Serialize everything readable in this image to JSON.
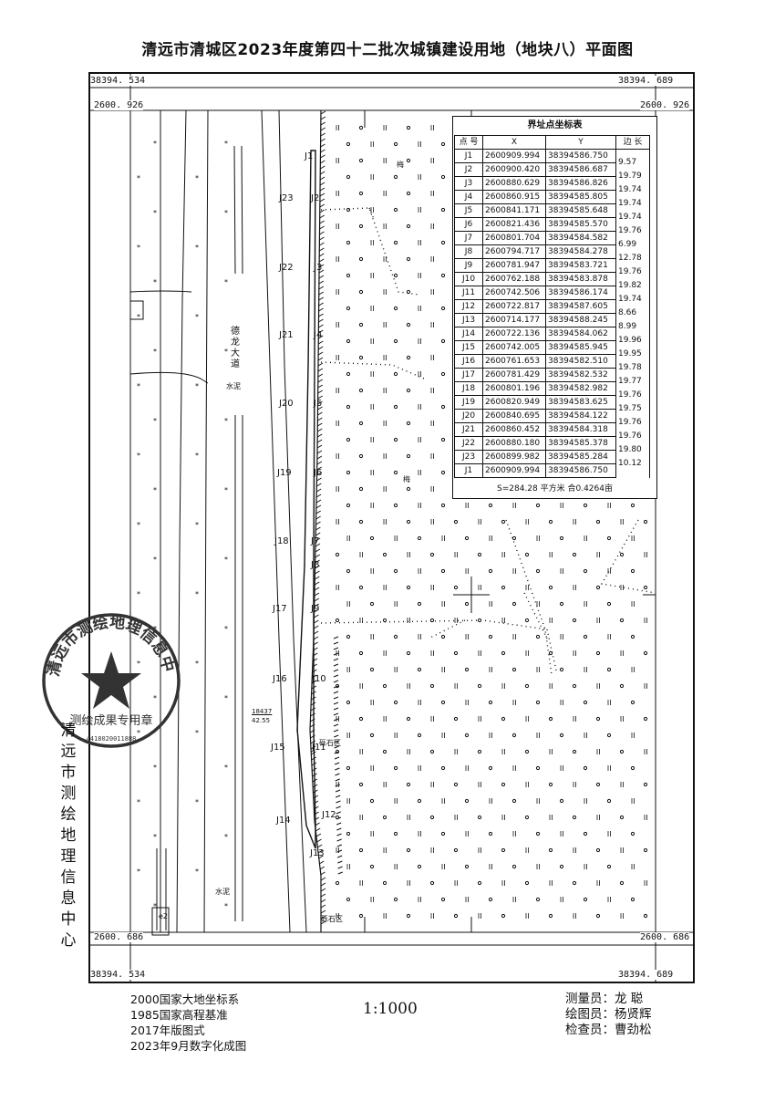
{
  "title": "清远市清城区2023年度第四十二批次城镇建设用地（地块八）平面图",
  "frame_coords": {
    "top_left_y": "38394. 534",
    "top_right_y": "38394. 689",
    "top_left_x": "2600. 926",
    "top_right_x": "2600. 926",
    "bottom_left_x": "2600. 686",
    "bottom_right_x": "2600. 686",
    "bottom_left_y": "38394. 534",
    "bottom_right_y": "38394. 689"
  },
  "table": {
    "title": "界址点坐标表",
    "headers": [
      "点 号",
      "X",
      "Y",
      "边 长"
    ],
    "rows": [
      [
        "J1",
        "2600909.994",
        "38394586.750"
      ],
      [
        "J2",
        "2600900.420",
        "38394586.687"
      ],
      [
        "J3",
        "2600880.629",
        "38394586.826"
      ],
      [
        "J4",
        "2600860.915",
        "38394585.805"
      ],
      [
        "J5",
        "2600841.171",
        "38394585.648"
      ],
      [
        "J6",
        "2600821.436",
        "38394585.570"
      ],
      [
        "J7",
        "2600801.704",
        "38394584.582"
      ],
      [
        "J8",
        "2600794.717",
        "38394584.278"
      ],
      [
        "J9",
        "2600781.947",
        "38394583.721"
      ],
      [
        "J10",
        "2600762.188",
        "38394583.878"
      ],
      [
        "J11",
        "2600742.506",
        "38394586.174"
      ],
      [
        "J12",
        "2600722.817",
        "38394587.605"
      ],
      [
        "J13",
        "2600714.177",
        "38394588.245"
      ],
      [
        "J14",
        "2600722.136",
        "38394584.062"
      ],
      [
        "J15",
        "2600742.005",
        "38394585.945"
      ],
      [
        "J16",
        "2600761.653",
        "38394582.510"
      ],
      [
        "J17",
        "2600781.429",
        "38394582.532"
      ],
      [
        "J18",
        "2600801.196",
        "38394582.982"
      ],
      [
        "J19",
        "2600820.949",
        "38394583.625"
      ],
      [
        "J20",
        "2600840.695",
        "38394584.122"
      ],
      [
        "J21",
        "2600860.452",
        "38394584.318"
      ],
      [
        "J22",
        "2600880.180",
        "38394585.378"
      ],
      [
        "J23",
        "2600899.982",
        "38394585.284"
      ],
      [
        "J1",
        "2600909.994",
        "38394586.750"
      ]
    ],
    "distances": [
      "9.57",
      "19.79",
      "19.74",
      "19.74",
      "19.74",
      "19.76",
      "6.99",
      "12.78",
      "19.76",
      "19.82",
      "19.74",
      "8.66",
      "8.99",
      "19.96",
      "19.95",
      "19.78",
      "19.77",
      "19.76",
      "19.75",
      "19.76",
      "19.76",
      "19.80",
      "10.12"
    ],
    "area": "S=284.28 平方米 合0.4264亩"
  },
  "map_labels": {
    "road_name": "德龙大道",
    "water_label": "水泥",
    "water_label2": "水泥",
    "stone_area": "砾石区",
    "stone_area2": "砾石区",
    "field_label1": "梅",
    "field_label2": "梅",
    "e2": "e2",
    "elevation_marker_top": "18437",
    "elevation_marker_bottom": "42.55"
  },
  "point_labels": [
    {
      "id": "J1",
      "text": "J1"
    },
    {
      "id": "J23",
      "text": "J23"
    },
    {
      "id": "J2",
      "text": "J2"
    },
    {
      "id": "J22",
      "text": "J22"
    },
    {
      "id": "J3",
      "text": "J3"
    },
    {
      "id": "J21",
      "text": "J21"
    },
    {
      "id": "J4",
      "text": "J4"
    },
    {
      "id": "J20",
      "text": "J20"
    },
    {
      "id": "J5",
      "text": "J5"
    },
    {
      "id": "J19",
      "text": "J19"
    },
    {
      "id": "J6",
      "text": "J6"
    },
    {
      "id": "J18",
      "text": "J18"
    },
    {
      "id": "J7",
      "text": "J7"
    },
    {
      "id": "J8",
      "text": "J8"
    },
    {
      "id": "J17",
      "text": "J17"
    },
    {
      "id": "J9",
      "text": "J9"
    },
    {
      "id": "J16",
      "text": "J16"
    },
    {
      "id": "J10",
      "text": "J10"
    },
    {
      "id": "J15",
      "text": "J15"
    },
    {
      "id": "J11",
      "text": "J11"
    },
    {
      "id": "J14",
      "text": "J14"
    },
    {
      "id": "J12",
      "text": "J12"
    },
    {
      "id": "J13",
      "text": "J13"
    }
  ],
  "stamp": {
    "ring_text": "清远市测绘地理信息中心",
    "inner_text": "测绘成果专用章",
    "number": "4418020011888"
  },
  "side_text": "清远市测绘地理信息中心",
  "footer": {
    "left_lines": [
      "2000国家大地坐标系",
      "1985国家高程基准",
      "2017年版图式",
      "2023年9月数字化成图"
    ],
    "scale": "1:1000",
    "right_lines": [
      "测量员：龙  聪",
      "绘图员：杨贤辉",
      "检查员：曹劲松"
    ]
  },
  "colors": {
    "ink": "#111111",
    "stamp": "#333333",
    "paper": "#ffffff"
  }
}
